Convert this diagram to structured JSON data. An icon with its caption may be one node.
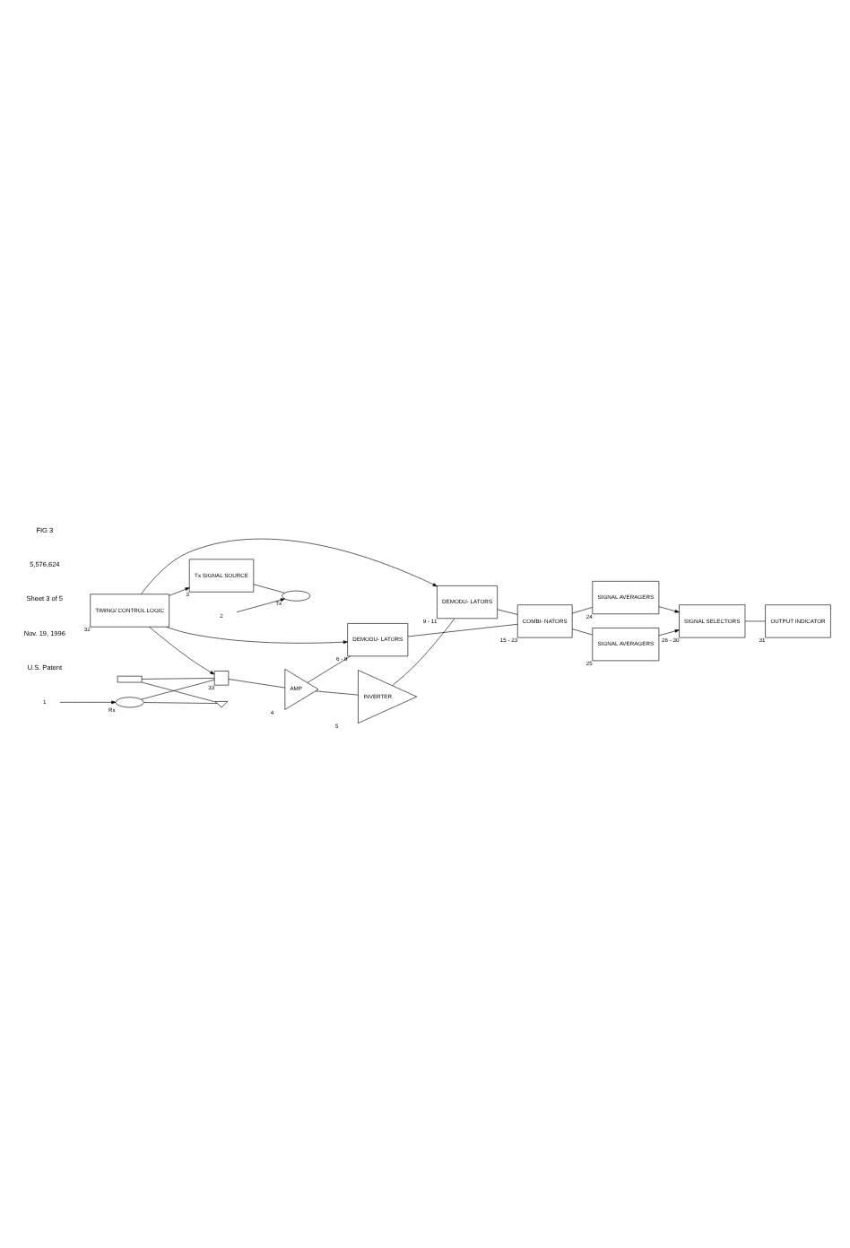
{
  "diagram": {
    "nodes": [
      {
        "text": [
          "OUTPUT INDICATOR"
        ],
        "beside": [
          "31"
        ]
      },
      {
        "text": [
          "SIGNAL SELECTORS"
        ],
        "beside": [
          "26 - 30"
        ]
      },
      {
        "text": [
          "SIGNAL AVERAGERS"
        ],
        "beside": [
          "24"
        ]
      },
      {
        "text": [
          "SIGNAL AVERAGERS"
        ],
        "beside": [
          "25"
        ]
      },
      {
        "text": [
          "COMBI- NATORS"
        ],
        "beside": [
          "15 - 23"
        ]
      },
      {
        "text": [
          "DEMODU- LATORS"
        ],
        "beside": [
          "6 - 8"
        ]
      },
      {
        "text": [
          "DEMODU- LATORS"
        ],
        "beside": [
          "9 - 11"
        ]
      },
      {
        "text": [
          "TIMING/ CONTROL LOGIC"
        ],
        "beside": [
          "32"
        ]
      },
      {
        "text": [
          "AMP"
        ],
        "beside": [
          "4"
        ]
      },
      {
        "text": [
          "INVERTER"
        ],
        "beside": [
          "5"
        ]
      },
      {
        "text": [
          "Tx SIGNAL SOURCE"
        ],
        "beside": [
          "3"
        ]
      },
      {
        "text": [],
        "shape": "switch",
        "beside": [
          "33"
        ]
      },
      {
        "text": [],
        "shape": "resistor"
      },
      {
        "text": [],
        "shape": "coil",
        "beside": [
          "Rx"
        ]
      },
      {
        "text": [],
        "shape": "ground"
      },
      {
        "text": [],
        "shape": "coil",
        "beside": [
          "Tx"
        ]
      },
      {
        "text": [
          "1"
        ]
      },
      {
        "text": [
          "2"
        ]
      }
    ],
    "edges": [
      {
        "from": 5,
        "to": 4,
        "arrow": "none"
      },
      {
        "from": 6,
        "to": 4,
        "arrow": "none"
      },
      {
        "from": 4,
        "to": 2,
        "arrow": "none"
      },
      {
        "from": 4,
        "to": 3,
        "arrow": "none"
      },
      {
        "from": 2,
        "to": 1,
        "arrow": "to"
      },
      {
        "from": 3,
        "to": 1,
        "arrow": "to"
      },
      {
        "from": 1,
        "to": 0,
        "arrow": "none"
      },
      {
        "from": 8,
        "to": 5,
        "arrow": "none"
      },
      {
        "from": 8,
        "to": 9,
        "arrow": "none"
      },
      {
        "from": 9,
        "to": 6,
        "arrow": "none"
      },
      {
        "from": 11,
        "to": 8,
        "arrow": "none"
      },
      {
        "from": 12,
        "to": 11,
        "arrow": "none"
      },
      {
        "from": 13,
        "to": 11,
        "arrow": "none"
      },
      {
        "from": 12,
        "to": 14,
        "arrow": "none"
      },
      {
        "from": 13,
        "to": 14,
        "arrow": "none"
      },
      {
        "from": 7,
        "to": 5,
        "arrow": "to"
      },
      {
        "from": 7,
        "to": 6,
        "arrow": "to"
      },
      {
        "from": 7,
        "to": 11,
        "arrow": "to"
      },
      {
        "from": 7,
        "to": 10,
        "arrow": "to"
      },
      {
        "from": 10,
        "to": 15,
        "arrow": "none"
      },
      {
        "from": 16,
        "to": 13,
        "arrow": "to"
      },
      {
        "from": 17,
        "to": 15,
        "arrow": "to"
      }
    ],
    "labels": [
      "U.S. Patent",
      "Nov. 19, 1996",
      "Sheet 3 of 5",
      "5,576,624",
      "FIG 3"
    ]
  }
}
